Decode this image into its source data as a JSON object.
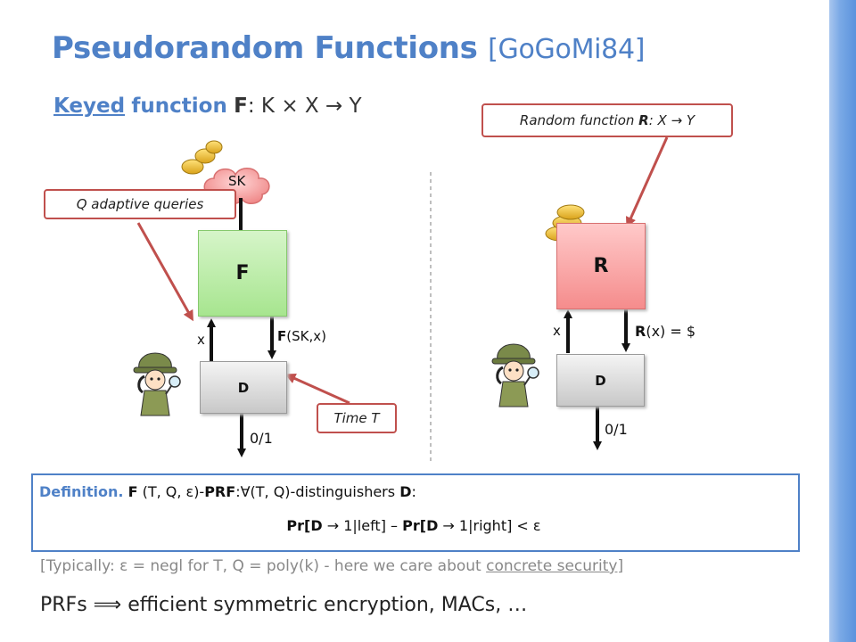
{
  "title": {
    "main": "Pseudorandom Functions",
    "cite": "[GoGoMi84]"
  },
  "subtitle": {
    "keyed": "Keyed",
    "function_word": "function",
    "F": "F",
    "sig": ": K × X → Y"
  },
  "left": {
    "sk_label": "SK",
    "box_F": "F",
    "box_D": "D",
    "x_label": "x",
    "output_label_bold": "F",
    "output_label_rest": "(SK,x)",
    "out_label": "0/1",
    "callout_queries": "Q adaptive queries",
    "callout_time": "Time T"
  },
  "right": {
    "callout_random_prefix": "Random function ",
    "callout_random_R": "R",
    "callout_random_sig": ": X → Y",
    "box_R": "R",
    "box_D": "D",
    "x_label": "x",
    "output_label_bold": "R",
    "output_label_rest": "(x) = $",
    "out_label": "0/1"
  },
  "definition": {
    "head": "Definition.",
    "F": "F",
    "mid1": " (T, Q, ε)-",
    "PRF": "PRF",
    "mid2": ":∀(T, Q)-distinguishers ",
    "D": "D",
    "end": ":",
    "pr1": "Pr",
    "d1": "[D",
    "arrow1": " → 1|left] – ",
    "pr2": "Pr",
    "d2": "[D",
    "arrow2": " → 1|right] < ε"
  },
  "typically": {
    "pre": "[Typically: ε = negl for T, Q = poly(k) - here we care about ",
    "underlined": "concrete security",
    "post": "]"
  },
  "prfs_line": "PRFs ⟹ efficient symmetric encryption, MACs, …",
  "colors": {
    "accent": "#4f81c7",
    "callout_border": "#c0504d",
    "green": "#a7e58f",
    "red": "#f58c8c"
  }
}
